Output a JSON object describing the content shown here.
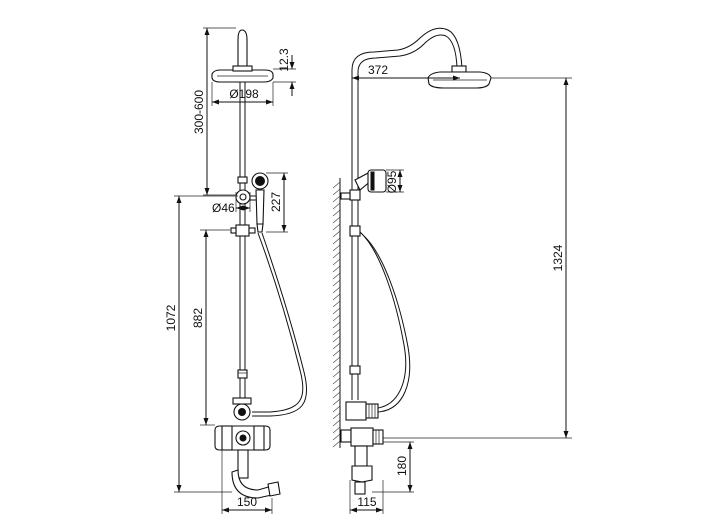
{
  "dimensions": {
    "front": {
      "riser_height": "300-600",
      "head_thickness": "12.3",
      "head_diameter": "Ø198",
      "handshower_diameter": "Ø46",
      "handshower_length": "227",
      "total_height": "1072",
      "bar_height": "882",
      "valve_width": "150"
    },
    "side": {
      "arm_reach": "372",
      "handshower_diameter": "Ø95",
      "overall_height": "1324",
      "spout_height": "180",
      "spout_projection": "115"
    }
  }
}
